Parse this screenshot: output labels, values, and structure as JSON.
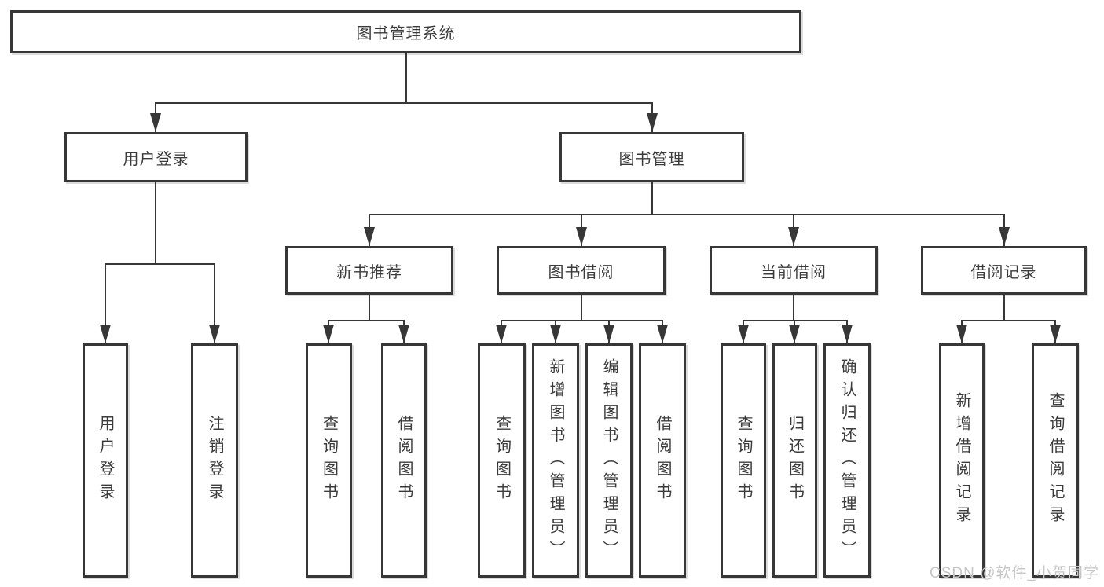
{
  "diagram": {
    "type": "hierarchy-tree",
    "colors": {
      "line": "#373737",
      "text": "#3b3b3b",
      "box_background": "#ffffff",
      "watermark": "#c6c6c6"
    },
    "tree": {
      "root": {
        "label": "图书管理系统",
        "children": [
          {
            "label": "用户登录",
            "children": [
              {
                "label": "用户登录"
              },
              {
                "label": "注销登录"
              }
            ]
          },
          {
            "label": "图书管理",
            "children": [
              {
                "label": "新书推荐",
                "children": [
                  {
                    "label": "查询图书"
                  },
                  {
                    "label": "借阅图书"
                  }
                ]
              },
              {
                "label": "图书借阅",
                "children": [
                  {
                    "label": "查询图书"
                  },
                  {
                    "label": "新增图书（管理员）"
                  },
                  {
                    "label": "编辑图书（管理员）"
                  },
                  {
                    "label": "借阅图书"
                  }
                ]
              },
              {
                "label": "当前借阅",
                "children": [
                  {
                    "label": "查询图书"
                  },
                  {
                    "label": "归还图书"
                  },
                  {
                    "label": "确认归还（管理员）"
                  }
                ]
              },
              {
                "label": "借阅记录",
                "children": [
                  {
                    "label": "新增借阅记录"
                  },
                  {
                    "label": "查询借阅记录"
                  }
                ]
              }
            ]
          }
        ]
      }
    }
  },
  "watermark": {
    "text": "CSDN @软件_小贺同学"
  }
}
